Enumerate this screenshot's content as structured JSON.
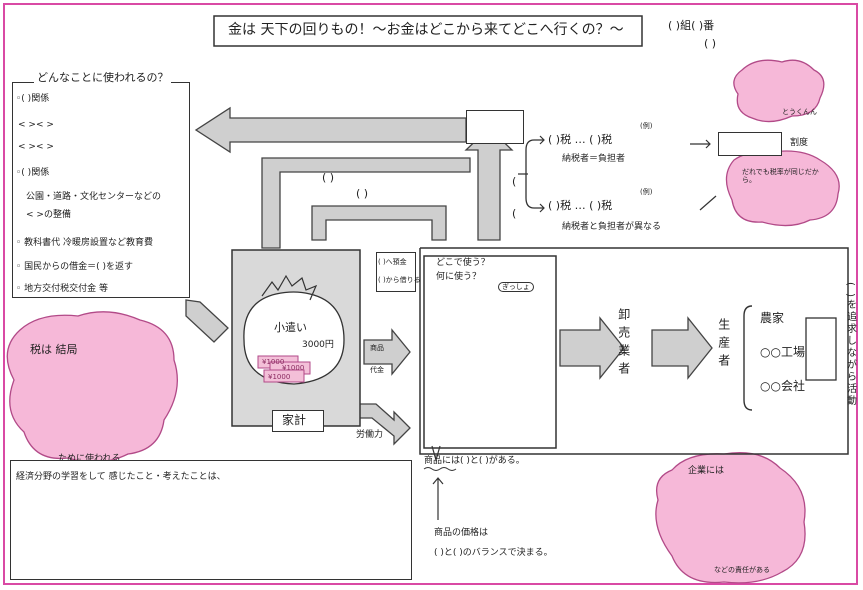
{
  "title": "金は 天下の回りもの！〜お金はどこから来てどこへ行くの？〜",
  "class_info": "(   )組(   )番",
  "name_paren": "(                    )",
  "uses": {
    "heading": "どんなことに使われるの？",
    "lines": [
      "◦(               )関係",
      "<         ><         >",
      "<         ><         >",
      "◦(       )関係",
      "公園・道路・文化センターなどの",
      "<              >の整備",
      "◦ 教科書代 冷暖房設置など教育費",
      "◦ 国民からの借金＝(     )を返す",
      "◦ 地方交付税交付金 等"
    ]
  },
  "tax_note": "税は  結局",
  "tax_note_bottom": "ために使われる",
  "tax": {
    "line1": "(            )税 … (          )税",
    "ex1": "(例)",
    "sub1": "納税者＝負担者",
    "arrow_box_label": "割度",
    "line2": "(            )税 … (          )税",
    "ex2": "(例)",
    "sub2": "納税者と負担者が異なる"
  },
  "cloud_top": "とうくんん",
  "cloud_mid": "だれでも税率が同じだから。",
  "flows": {
    "paren1": "(   )",
    "paren2": "(        )",
    "parens_side": [
      "(",
      "("
    ],
    "savings": "(   )へ預金",
    "borrow": "(   )から借りる",
    "labor": "労働力",
    "goods": "商品",
    "price": "代金"
  },
  "household": {
    "pocket_money": "小遣い",
    "amount": "3000円",
    "bill1": "¥1000",
    "bill2": "¥1000",
    "bill3": "¥1000",
    "label": "家計"
  },
  "center": {
    "q1": "どこで使う？",
    "q2": "何に使う？",
    "sticker": "ぎっしょ",
    "wholesale": "卸売業者",
    "producer": "生産者",
    "producers": [
      "農家",
      "○○工場",
      "○○会社"
    ],
    "pursuit": "(      )を追求しながら活動"
  },
  "goods_note": {
    "line": "商品には(     )と(        )がある。",
    "price_line1": "商品の価格は",
    "price_line2": "(          )と(        )のバランスで決まる。"
  },
  "company_cloud": {
    "top": "企業には",
    "bottom": "などの責任がある"
  },
  "reflection": {
    "prompt": "経済分野の学習をして 感じたこと・考えたことは、"
  },
  "colors": {
    "frame": "#d94aa4",
    "cloud_fill": "#f6b8d8",
    "cloud_stroke": "#b24a88",
    "arrow_fill": "#cfcfcf",
    "household_fill": "#d9d9d9",
    "bill_fill": "#f3bfd8"
  }
}
